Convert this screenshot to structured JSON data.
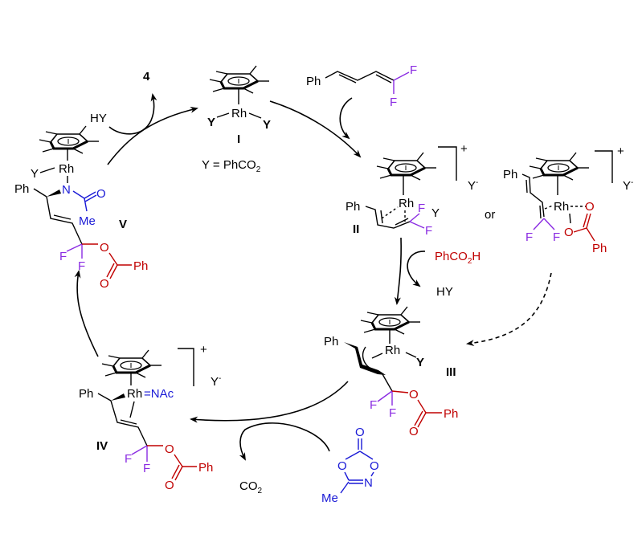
{
  "diagram": {
    "title": "Rh-catalyzed catalytic cycle",
    "colors": {
      "black": "#000000",
      "blue": "#1a1ad6",
      "red": "#c00000",
      "purple": "#8a2be2"
    },
    "species": {
      "I": {
        "label": "I",
        "metal": "Rh",
        "ligand": "Y",
        "definition": "Y = PhCO",
        "definition_sub": "2"
      },
      "II": {
        "label": "II",
        "metal": "Rh",
        "ph": "Ph",
        "f": "F",
        "y": "Y",
        "charge": "+",
        "counterion": "Y",
        "counterion_sup": "-"
      },
      "II_alt": {
        "connector": "or",
        "metal": "Rh",
        "ph": "Ph",
        "ph_red": "Ph",
        "f": "F",
        "o": "O",
        "charge": "+",
        "counterion": "Y",
        "counterion_sup": "-"
      },
      "III": {
        "label": "III",
        "metal": "Rh",
        "ph": "Ph",
        "y": "Y",
        "f": "F",
        "o": "O",
        "ph_red": "Ph"
      },
      "IV": {
        "label": "IV",
        "metal": "Rh",
        "imido": "=NAc",
        "ph": "Ph",
        "f": "F",
        "o": "O",
        "ph_red": "Ph",
        "charge": "+",
        "counterion": "Y",
        "counterion_sup": "-"
      },
      "V": {
        "label": "V",
        "metal": "Rh",
        "y": "Y",
        "ph": "Ph",
        "n": "N",
        "o": "O",
        "me": "Me",
        "f": "F",
        "ph_red": "Ph"
      }
    },
    "reagents": {
      "diene": {
        "ph": "Ph",
        "f": "F"
      },
      "acid": {
        "text": "PhCO",
        "sub": "2",
        "tail": "H"
      },
      "hy_out": "HY",
      "hy_in": "HY",
      "product": "4",
      "co2": {
        "text": "CO",
        "sub": "2"
      },
      "dioxazolone": {
        "o": "O",
        "n": "N",
        "me": "Me"
      }
    }
  }
}
